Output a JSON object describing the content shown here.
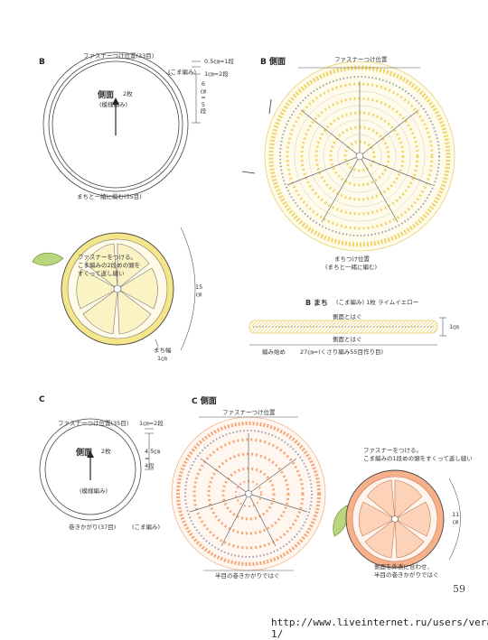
{
  "sectionB": {
    "title": "B",
    "zipper_label": "ファスナーつけ位置(33目)",
    "koma_label": "(こま編み)",
    "dim1": "0.5㎝=1段",
    "dim2": "1㎝=2段",
    "dim3": "6",
    "dim3_unit": "㎝",
    "dim3_eq": "=",
    "dim3_rows": "5",
    "dim3_dan": "段",
    "side_label": "側面",
    "side_count": "2枚",
    "side_sub": "(模様編み)",
    "bottom_label": "まちと一緒に編む(55目)",
    "lemon_note_1": "ファスナーをつける。",
    "lemon_note_2": "こま編みの2段めの頭を",
    "lemon_note_3": "すくって返し縫い",
    "height": "15",
    "height_unit": "㎝",
    "gusset_label": "まち幅",
    "gusset_value": "1㎝"
  },
  "sectionB_chart": {
    "title": "B 側面",
    "zipper_label": "ファスナーつけ位置",
    "gusset_pos": "まちつけ位置",
    "gusset_pos_sub": "(まちと一緒に編む)"
  },
  "sectionB_gusset": {
    "title": "B まち",
    "subtitle": "(こま編み) 1枚 ライムイエロー",
    "side_together_top": "側面とはぐ",
    "side_together_bottom": "側面とはぐ",
    "unit": "1㎝",
    "start": "編み始め",
    "chain": "27㎝=(くさり編み55目作り目)"
  },
  "sectionC": {
    "title": "C",
    "zipper_label": "ファスナーつけ位置(35目)",
    "dim1": "1㎝=2段",
    "dim2_a": "4.5",
    "dim2_unit": "㎝",
    "dim2_eq": "=",
    "dim2_rows": "4",
    "dim2_dan": "段",
    "side_label": "側面",
    "side_count": "2枚",
    "side_sub": "(模様編み)",
    "bottom_label": "巻きかがり(37目)",
    "koma_label": "(こま編み)"
  },
  "sectionC_chart": {
    "title": "C 側面",
    "zipper_label": "ファスナーつけ位置",
    "bottom_note": "半目の巻きかがりではぐ",
    "orange_note_1": "ファスナーをつける。",
    "orange_note_2": "こま編みの1段めの頭をすくって返し縫い",
    "height": "11",
    "height_unit": "㎝",
    "outer_note_1": "側面を外表に合わせ、",
    "outer_note_2": "半目の巻きかがりではぐ"
  },
  "page": {
    "number": "59",
    "watermark": "http://www.liveinternet.ru/users/vera-1/"
  },
  "colors": {
    "lemon_fill": "#fbf3c4",
    "lemon_rind": "#f6e68a",
    "chart_yellow": "#f3dd7c",
    "orange_fill": "#f8b08a",
    "orange_light": "#fce3d0",
    "chart_orange": "#f5a677",
    "leaf": "#b9d67c",
    "line": "#555555"
  }
}
